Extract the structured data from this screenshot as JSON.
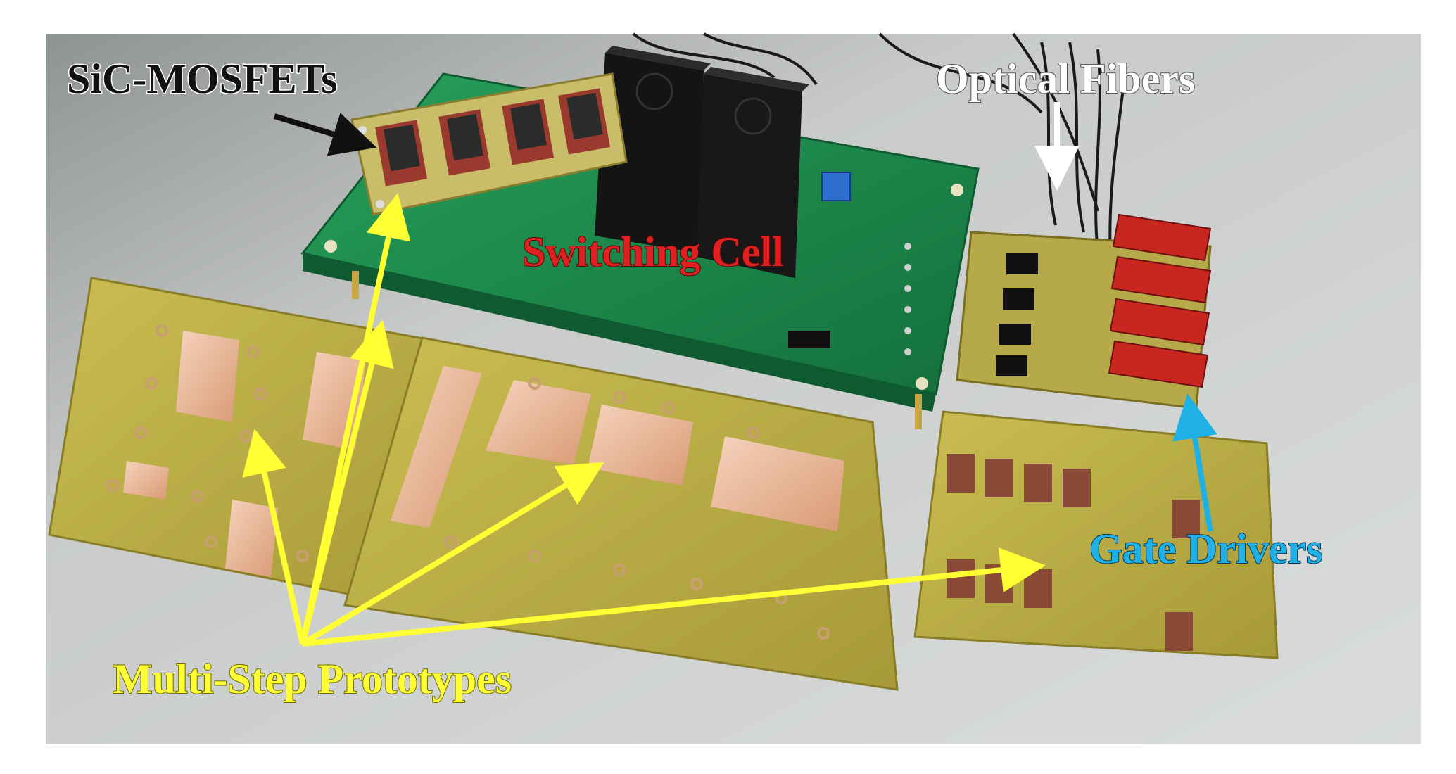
{
  "figure": {
    "labels": {
      "sic_mosfets": "SiC-MOSFETs",
      "optical_fibers": "Optical Fibers",
      "switching_cell": "Switching Cell",
      "gate_drivers": "Gate Drivers",
      "multi_step_prototypes": "Multi-Step Prototypes"
    },
    "colors": {
      "sic_mosfets": "#111111",
      "optical_fibers": "#ffffff",
      "switching_cell": "#e02020",
      "gate_drivers": "#1fb0e6",
      "multi_step_prototypes": "#ffff33",
      "pcb_green": "#1f8a4c",
      "fr4_yellow": "#b9ad45",
      "copper": "#e9b493",
      "table": "#c9ccca"
    }
  }
}
